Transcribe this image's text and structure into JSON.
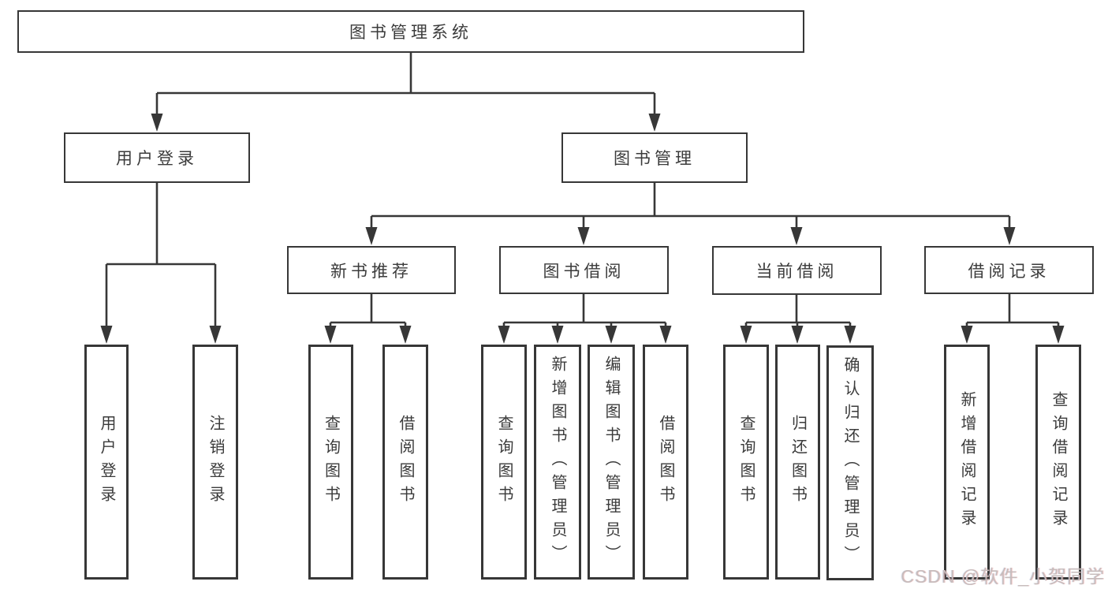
{
  "diagram": {
    "root_label": "图书管理系统",
    "user_login": {
      "label": "用户登录",
      "children": [
        "用户登录",
        "注销登录"
      ]
    },
    "book_mgmt": {
      "label": "图书管理",
      "sections": [
        {
          "label": "新书推荐",
          "children": [
            "查询图书",
            "借阅图书"
          ]
        },
        {
          "label": "图书借阅",
          "children": [
            "查询图书",
            "新增图书（管理员）",
            "编辑图书（管理员）",
            "借阅图书"
          ]
        },
        {
          "label": "当前借阅",
          "children": [
            "查询图书",
            "归还图书",
            "确认归还（管理员）"
          ]
        },
        {
          "label": "借阅记录",
          "children": [
            "新增借阅记录",
            "查询借阅记录"
          ]
        }
      ]
    },
    "watermark": "CSDN @软件_小贺同学",
    "colors": {
      "line": "#373737",
      "text": "#3b3b3b",
      "watermark": "#c7bcbc"
    }
  }
}
